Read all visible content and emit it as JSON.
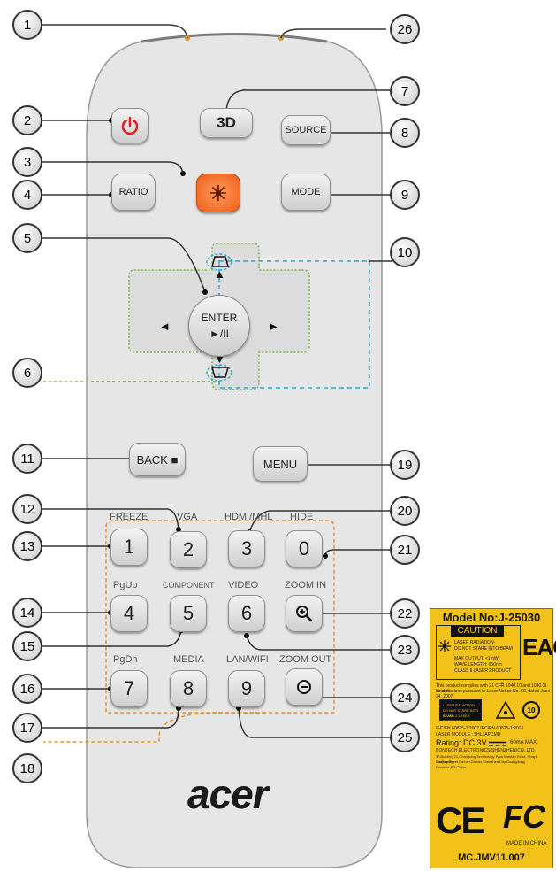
{
  "buttons": {
    "three_d": "3D",
    "source": "SOURCE",
    "ratio": "RATIO",
    "mode": "MODE",
    "enter_line1": "ENTER",
    "enter_line2": "►/II",
    "back": "BACK ■",
    "menu": "MENU",
    "digits": [
      "1",
      "2",
      "3",
      "0",
      "4",
      "5",
      "6",
      "7",
      "8",
      "9"
    ]
  },
  "key_labels": {
    "freeze": "FREEZE",
    "vga": "VGA",
    "hdmi": "HDMI/MHL",
    "hide": "HIDE",
    "pgup": "PgUp",
    "component": "COMPONENT",
    "video": "VIDEO",
    "zoom_in": "ZOOM IN",
    "pgdn": "PgDn",
    "media": "MEDIA",
    "lan": "LAN/WIFI",
    "zoom_out": "ZOOM OUT"
  },
  "icons": {
    "power": "power-icon",
    "laser": "laser-icon",
    "keystone": "keystone-icon",
    "zoom_in": "magnifier-plus-icon",
    "zoom_out": "minus-circle-icon"
  },
  "brand": "acer",
  "callouts": [
    "1",
    "2",
    "3",
    "4",
    "5",
    "6",
    "7",
    "8",
    "9",
    "10",
    "11",
    "12",
    "13",
    "14",
    "15",
    "16",
    "17",
    "18",
    "19",
    "20",
    "21",
    "22",
    "23",
    "24",
    "25",
    "26"
  ],
  "label_card": {
    "model": "Model No:J-25030",
    "caution": "CAUTION",
    "radiation_1": "LASER RADIATION-",
    "radiation_2": "DO NOT STARE INTO BEAM",
    "max_output": "MAX OUTPUT: <1mW",
    "wavelength": "WAVE LENGTH: 650nm",
    "class": "CLASS Ⅱ LASER PRODUCT",
    "eac": "EAC",
    "compliance_1": "This product complies with 21 CFR 1040.10 and 1040.11 except",
    "compliance_2": "for deviations pursuant to Laser Notice No. 50, dated June 24, 2007.",
    "inner_1": "LASER RADIATION",
    "inner_2": "DO NOT STARE INTO BEAM",
    "inner_3": "CLASS 2 LASER PRODUCT",
    "iec": "IEC/EN 60825-1:2007 IEC/EN 60825-1:2014",
    "laser_module": "LASER MODULE : 5HL3APCMD",
    "rating": "Rating: DC 3V",
    "rating_current": "60mA MAX.",
    "company": "BONTECH ELECTRONICS(SHENZHEN)CO.,LTD.",
    "address_1": "3F,Building 21,Changxing Technology Park,Wanfan Road, Shayi Community,",
    "address_2": "Shajing Street,Bao'an District,Shenzhen City,Guangdong Province,PR,China",
    "ce": "CE",
    "fc": "FC",
    "made_in": "MADE IN CHINA",
    "part_no": "MC.JMV11.007",
    "ten": "10"
  },
  "colors": {
    "power_red": "#e02020",
    "laser_orange": "#ef5e1a",
    "guide_blue": "#2aa8d8",
    "guide_green": "#7fb24a",
    "guide_orange": "#e8902a",
    "label_yellow": "#f2c21b"
  }
}
